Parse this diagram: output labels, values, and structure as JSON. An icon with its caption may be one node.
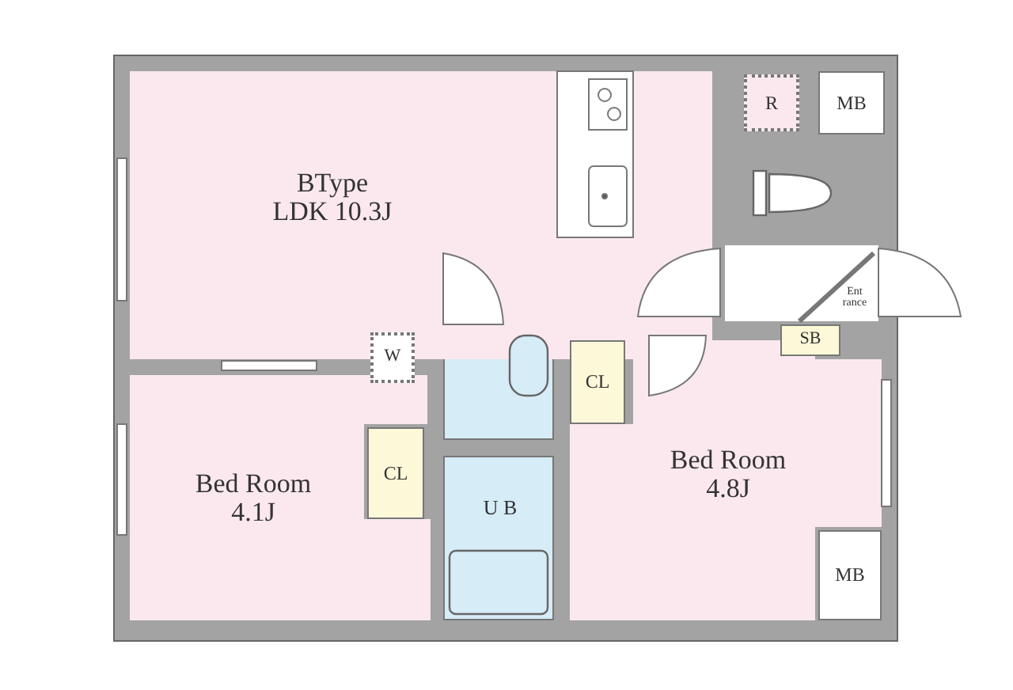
{
  "diagram": {
    "nodes": [
      {
        "text": [
          "BType LDK 10.3J"
        ]
      },
      {
        "text": [
          "R"
        ]
      },
      {
        "text": [
          "MB"
        ]
      },
      {
        "text": [
          "Ent rance"
        ]
      },
      {
        "text": [
          "SB"
        ]
      },
      {
        "text": [
          "W"
        ]
      },
      {
        "text": [
          "CL"
        ]
      },
      {
        "text": [
          "Bed Room 4.1J"
        ]
      },
      {
        "text": [
          "U B"
        ]
      },
      {
        "text": [
          "CL"
        ]
      },
      {
        "text": [
          "Bed Room 4.8J"
        ]
      },
      {
        "text": [
          "MB"
        ]
      }
    ]
  }
}
